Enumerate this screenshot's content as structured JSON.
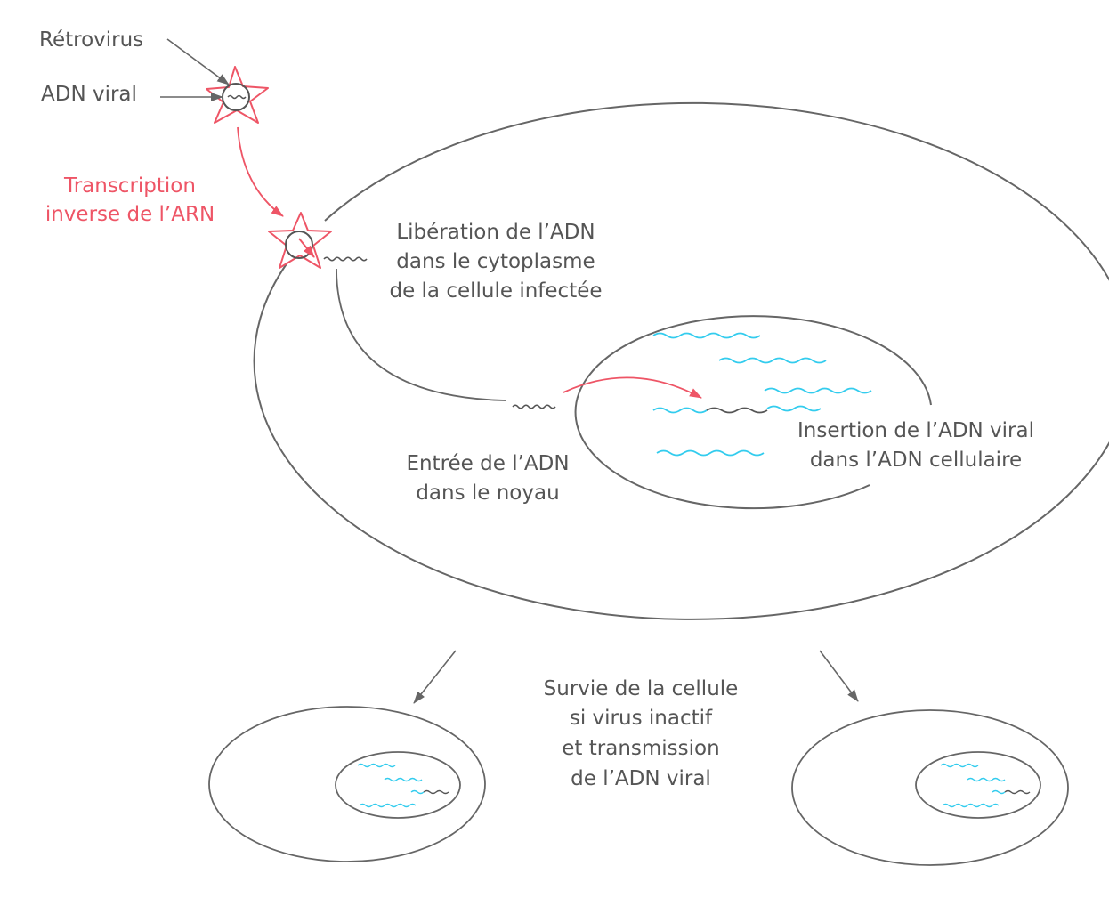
{
  "labels": {
    "retrovirus": "Rétrovirus",
    "adn_viral": "ADN viral",
    "transcription_line1": "Transcription",
    "transcription_line2": "inverse de l’ARN",
    "liberation_line1": "Libération de l’ADN",
    "liberation_line2": "dans le cytoplasme",
    "liberation_line3": "de la cellule infectée",
    "entree_line1": "Entrée de l’ADN",
    "entree_line2": "dans le noyau",
    "insertion_line1": "Insertion de l’ADN viral",
    "insertion_line2": "dans l’ADN cellulaire",
    "survie_line1": "Survie de la cellule",
    "survie_line2": "si virus inactif",
    "survie_line3": "et transmission",
    "survie_line4": "de l’ADN viral"
  },
  "colors": {
    "line": "#666666",
    "accent_red": "#ee5566",
    "dna_cyan": "#33ccee",
    "text": "#555555"
  }
}
